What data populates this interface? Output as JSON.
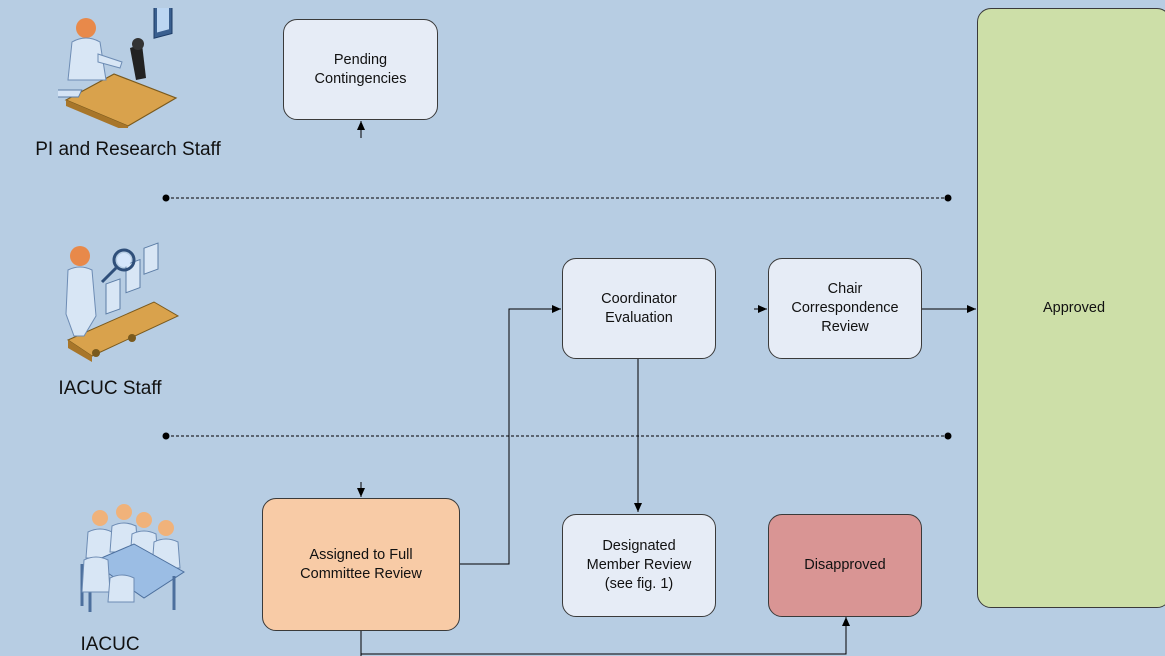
{
  "colors": {
    "background": "#b7cde3",
    "step_fill": "#e6ecf6",
    "full_committee_fill": "#f8cba6",
    "disapproved_fill": "#d99594",
    "approved_fill": "#cddfa8",
    "line": "#000000"
  },
  "lanes": [
    {
      "label": "PI and Research Staff",
      "icon": "researcher-with-microscope-icon"
    },
    {
      "label": "IACUC Staff",
      "icon": "staff-with-magnifier-icon"
    },
    {
      "label": "IACUC",
      "icon": "committee-meeting-icon"
    }
  ],
  "steps": {
    "pending_contingencies": "Pending\nContingencies",
    "coordinator_evaluation": "Coordinator\nEvaluation",
    "chair_correspondence_review": "Chair\nCorrespondence\nReview",
    "approved": "Approved",
    "assigned_full_committee": "Assigned to Full\nCommittee Review",
    "designated_member_review": "Designated\nMember Review\n(see fig. 1)",
    "disapproved": "Disapproved"
  }
}
